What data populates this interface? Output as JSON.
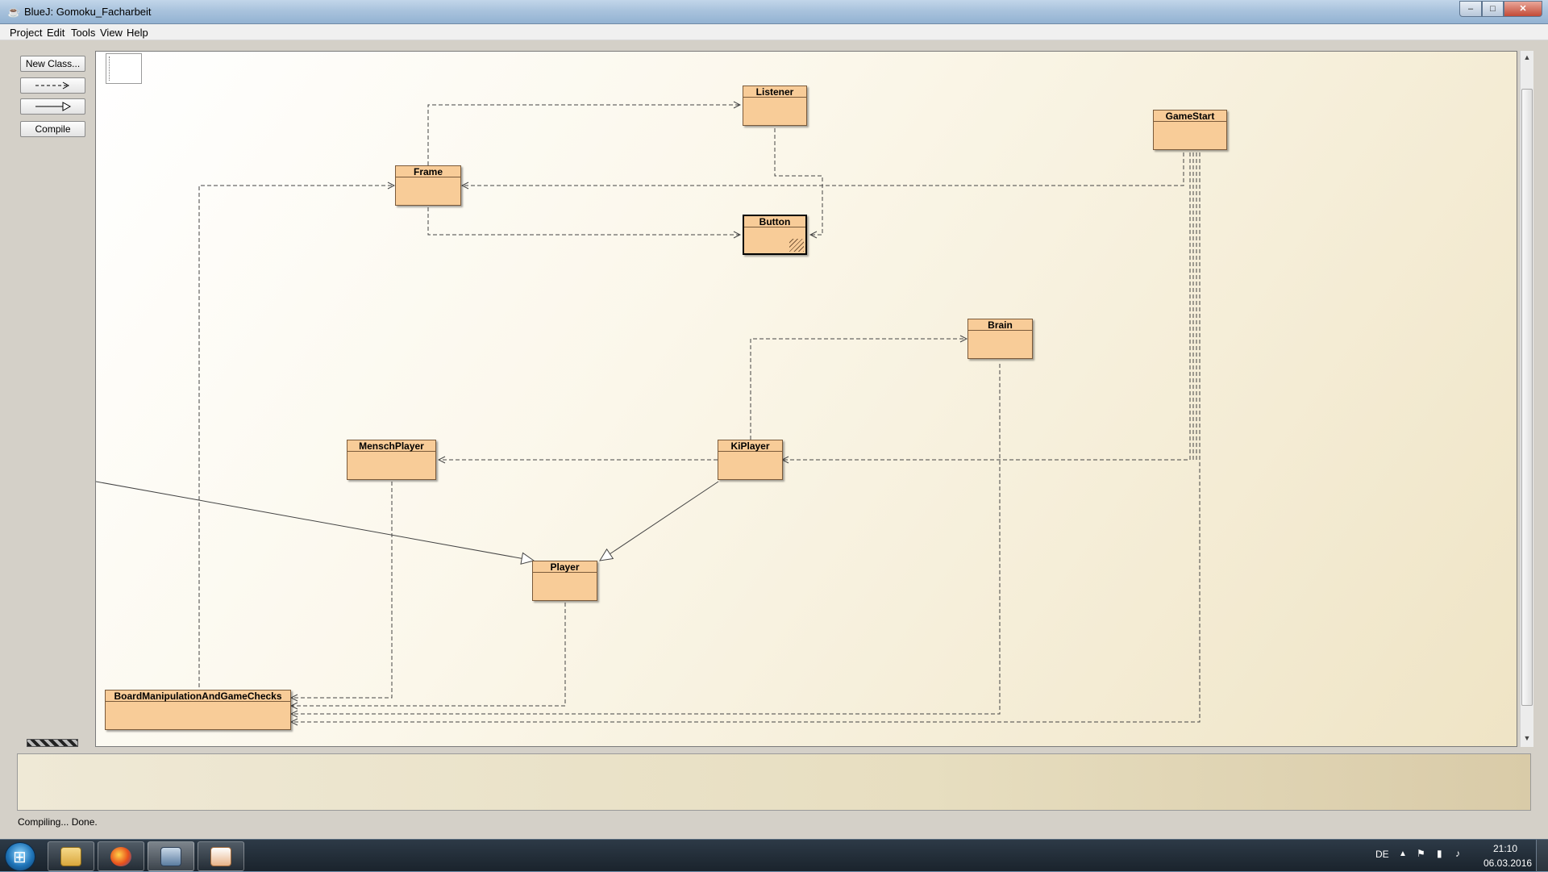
{
  "window": {
    "title": "BlueJ:  Gomoku_Facharbeit",
    "app_icon": "bluej-icon"
  },
  "caption_buttons": {
    "minimize": "–",
    "maximize": "□",
    "close": "✕"
  },
  "menu": [
    "Project",
    "Edit",
    "Tools",
    "View",
    "Help"
  ],
  "tools": {
    "new_class": "New Class...",
    "uses_arrow": "dependency-arrow-icon",
    "inherit_arrow": "inheritance-arrow-icon",
    "compile": "Compile"
  },
  "classes": {
    "listener": "Listener",
    "gamestart": "GameStart",
    "frame": "Frame",
    "button": "Button",
    "brain": "Brain",
    "menschplayer": "MenschPlayer",
    "kiplayer": "KiPlayer",
    "player": "Player",
    "board": "BoardManipulationAndGameChecks"
  },
  "status": "Compiling... Done.",
  "taskbar": {
    "apps": [
      "explorer-icon",
      "firefox-icon",
      "bluej-icon",
      "java-icon"
    ],
    "lang": "DE",
    "time": "21:10",
    "date": "06.03.2016"
  },
  "colors": {
    "class_fill": "#f8cc98",
    "taskbar": "#1f2a35",
    "canvas_bg": "#fbf7ea"
  }
}
